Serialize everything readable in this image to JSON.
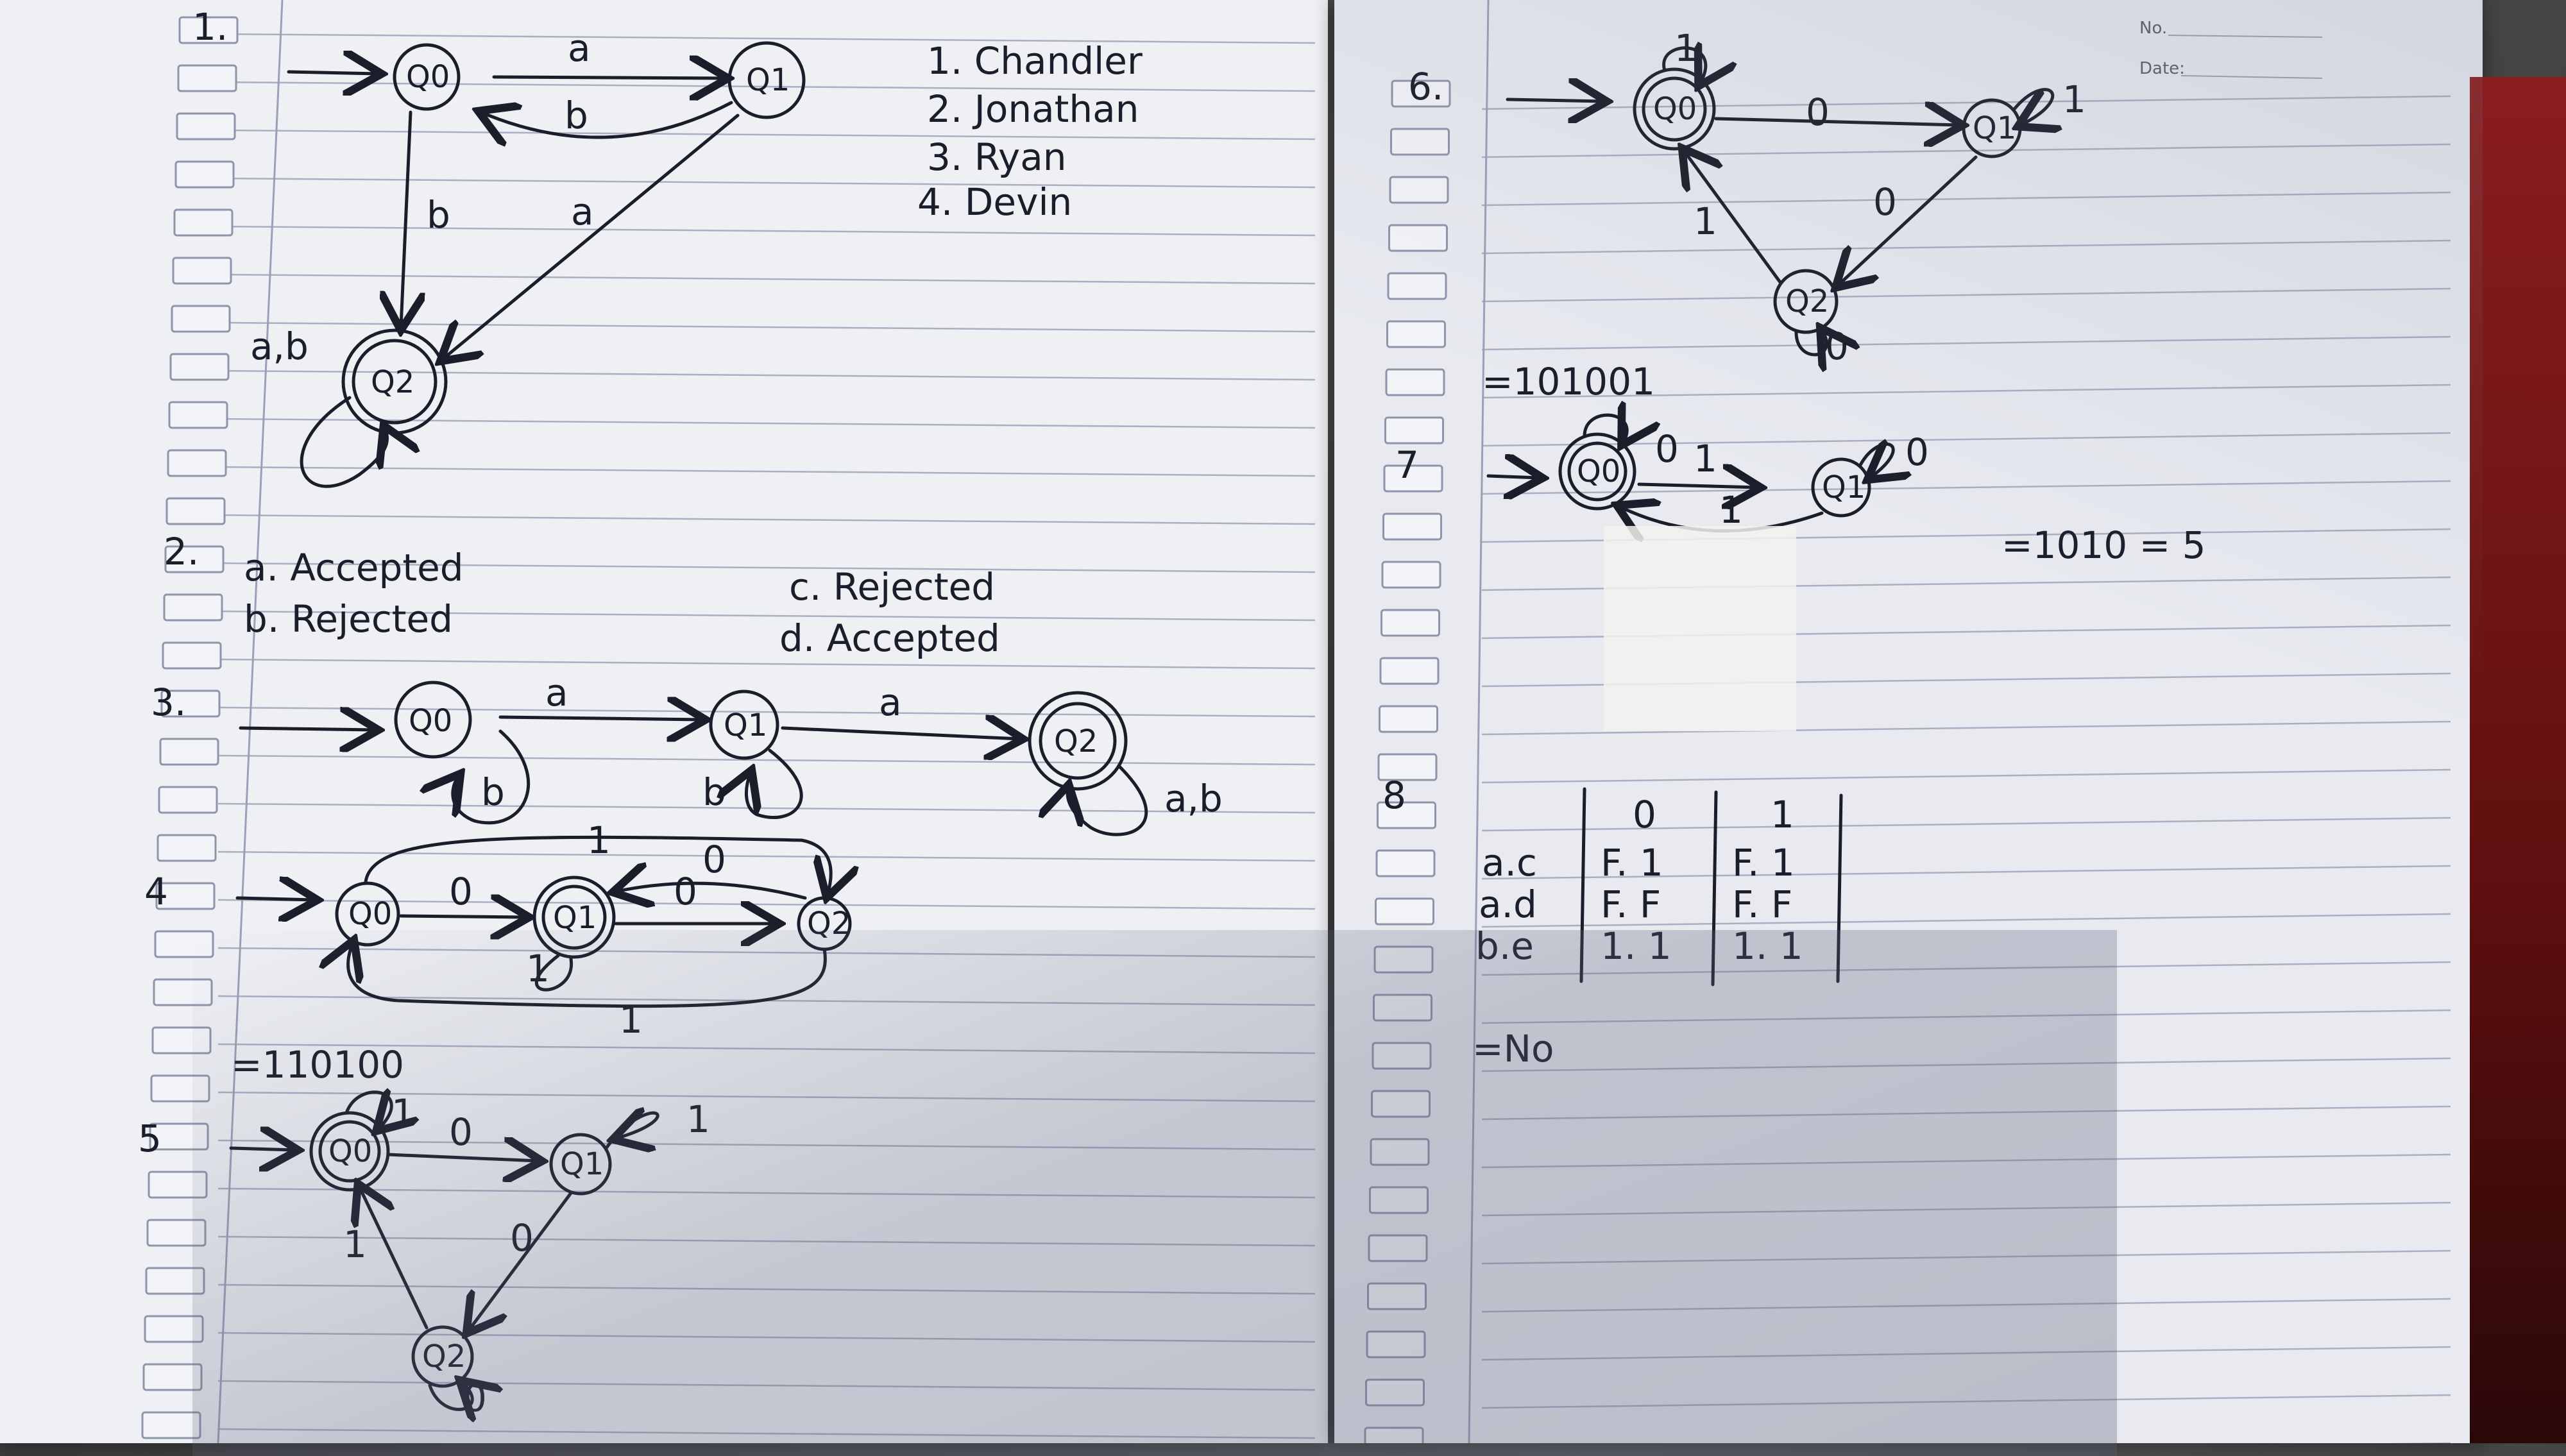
{
  "header": {
    "no_label": "No.",
    "date_label": "Date:"
  },
  "left_page": {
    "q1": {
      "number": "1.",
      "names": [
        "1. Chandler",
        "2. Jonathan",
        "3. Ryan",
        "4. Devin"
      ],
      "states": [
        "Q0",
        "Q1",
        "Q2"
      ],
      "edges": [
        "a",
        "b",
        "b",
        "a",
        "a,b"
      ]
    },
    "q2": {
      "number": "2.",
      "answers": [
        "a. Accepted",
        "b. Rejected",
        "c. Rejected",
        "d. Accepted"
      ]
    },
    "q3": {
      "number": "3.",
      "states": [
        "Q0",
        "Q1",
        "Q2"
      ],
      "edges": [
        "a",
        "a",
        "b",
        "b",
        "a,b"
      ]
    },
    "q4": {
      "number": "4",
      "states": [
        "Q0",
        "Q1",
        "Q2"
      ],
      "edges": [
        "0",
        "0",
        "0",
        "1",
        "1",
        "1"
      ],
      "result": "=110100"
    },
    "q5": {
      "number": "5",
      "states": [
        "Q0",
        "Q1",
        "Q2"
      ],
      "edges": [
        "1",
        "0",
        "1",
        "0",
        "1",
        "0"
      ]
    }
  },
  "right_page": {
    "q6": {
      "number": "6.",
      "states": [
        "Q0",
        "Q1",
        "Q2"
      ],
      "edges": [
        "1",
        "0",
        "1",
        "0",
        "1",
        "0"
      ],
      "result": "=101001"
    },
    "q7": {
      "number": "7",
      "states": [
        "Q0",
        "Q1"
      ],
      "edges": [
        "0",
        "1",
        "1",
        "0"
      ],
      "result": "=1010 = 5"
    },
    "q8": {
      "number": "8",
      "col_headers": [
        "0",
        "1"
      ],
      "rows": [
        {
          "label": "a.c",
          "c0": "F. 1",
          "c1": "F. 1"
        },
        {
          "label": "a.d",
          "c0": "F. F",
          "c1": "F. F"
        },
        {
          "label": "b.e",
          "c0": "1. 1",
          "c1": "1. 1"
        }
      ],
      "result": "=No"
    }
  }
}
